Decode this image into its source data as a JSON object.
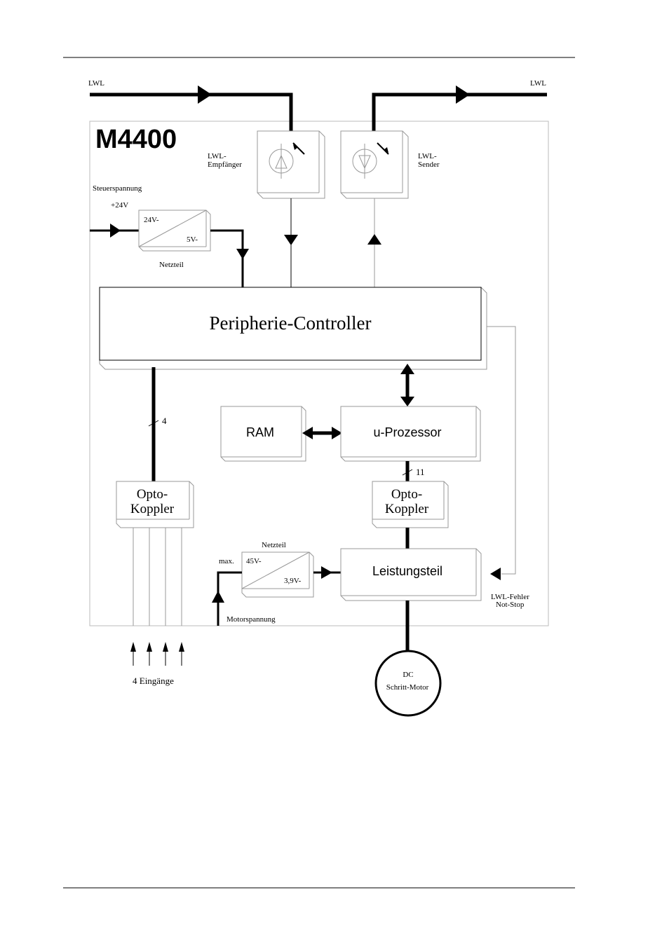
{
  "diagram": {
    "title": "M4400",
    "lwl_in_label": "LWL",
    "lwl_out_label": "LWL",
    "receiver_label": [
      "LWL-",
      "Empfänger"
    ],
    "sender_label": [
      "LWL-",
      "Sender"
    ],
    "control_voltage_label": "Steuerspannung",
    "plus24_label": "+24V",
    "psu1": {
      "input": "24V-",
      "output": "5V-",
      "caption": "Netzteil"
    },
    "controller_label": "Peripherie-Controller",
    "ram_label": "RAM",
    "cpu_label": "u-Prozessor",
    "bus_width_left": "4",
    "bus_width_right": "11",
    "opto_left_label": [
      "Opto-",
      "Koppler"
    ],
    "opto_right_label": [
      "Opto-",
      "Koppler"
    ],
    "psu2": {
      "input": "45V-",
      "output": "3,9V-",
      "caption": "Netzteil",
      "prefix": "max."
    },
    "power_stage_label": "Leistungsteil",
    "fault_label": [
      "LWL-Fehler",
      "Not-Stop"
    ],
    "motor_voltage_label": "Motorspannung",
    "inputs_label": "4  Eingänge",
    "motor_label": [
      "DC",
      "Schritt-Motor"
    ]
  }
}
